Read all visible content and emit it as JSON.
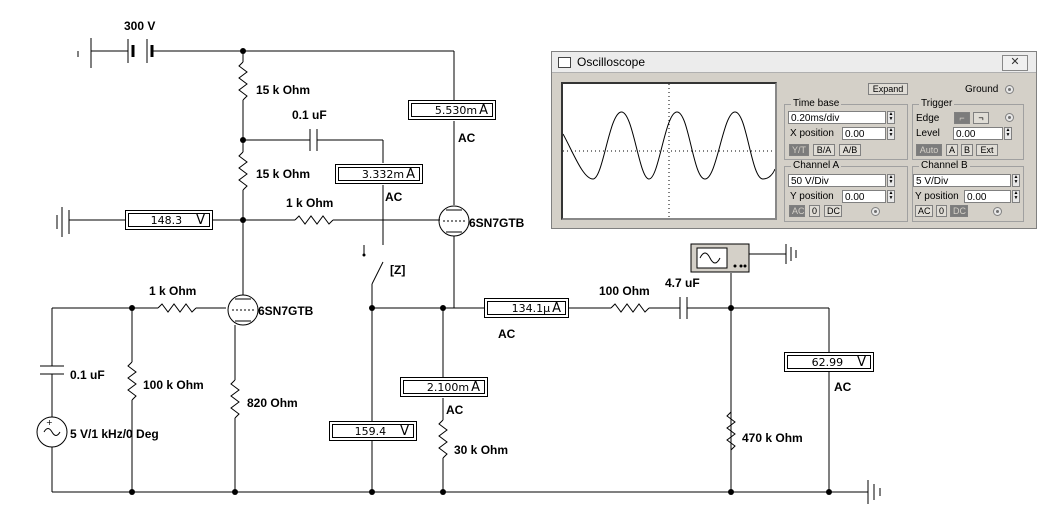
{
  "circuit": {
    "labels": {
      "supply": "300 V",
      "r_top1": "15 k Ohm",
      "c_couple": "0.1 uF",
      "r_top2": "15 k Ohm",
      "r_grid": "1 k Ohm",
      "tube1": "6SN7GTB",
      "switch": "[Z]",
      "r_in": "1 k Ohm",
      "tube2": "6SN7GTB",
      "c_in": "0.1 uF",
      "r_100k": "100 k Ohm",
      "r_820": "820  Ohm",
      "source": "5 V/1 kHz/0 Deg",
      "r_30k": "30 k Ohm",
      "r_100": "100  Ohm",
      "c_out": "4.7 uF",
      "r_470k": "470 k Ohm"
    },
    "meters": {
      "m1": {
        "value": "5.530m",
        "unit": "A",
        "mode": "AC"
      },
      "m2": {
        "value": "3.332m",
        "unit": "A",
        "mode": "AC"
      },
      "m3": {
        "value": "148.3",
        "unit": "V"
      },
      "m4": {
        "value": "134.1μ",
        "unit": "A",
        "mode": "AC"
      },
      "m5": {
        "value": "2.100m",
        "unit": "A",
        "mode": "AC"
      },
      "m6": {
        "value": "159.4",
        "unit": "V"
      },
      "m7": {
        "value": "62.99",
        "unit": "V",
        "mode": "AC"
      }
    }
  },
  "oscilloscope": {
    "title": "Oscilloscope",
    "close": "✕",
    "expand": "Expand",
    "ground": "Ground",
    "timebase": {
      "title": "Time base",
      "value": "0.20ms/div",
      "xpos_label": "X position",
      "xpos": "0.00",
      "modes": [
        "Y/T",
        "B/A",
        "A/B"
      ]
    },
    "trigger": {
      "title": "Trigger",
      "edge_label": "Edge",
      "level_label": "Level",
      "level": "0.00",
      "buttons": [
        "Auto",
        "A",
        "B",
        "Ext"
      ]
    },
    "channel_a": {
      "title": "Channel A",
      "value": "50  V/Div",
      "ypos_label": "Y position",
      "ypos": "0.00",
      "coupling": [
        "AC",
        "0",
        "DC"
      ]
    },
    "channel_b": {
      "title": "Channel B",
      "value": "5  V/Div",
      "ypos_label": "Y position",
      "ypos": "0.00",
      "coupling": [
        "AC",
        "0",
        "DC"
      ]
    }
  }
}
